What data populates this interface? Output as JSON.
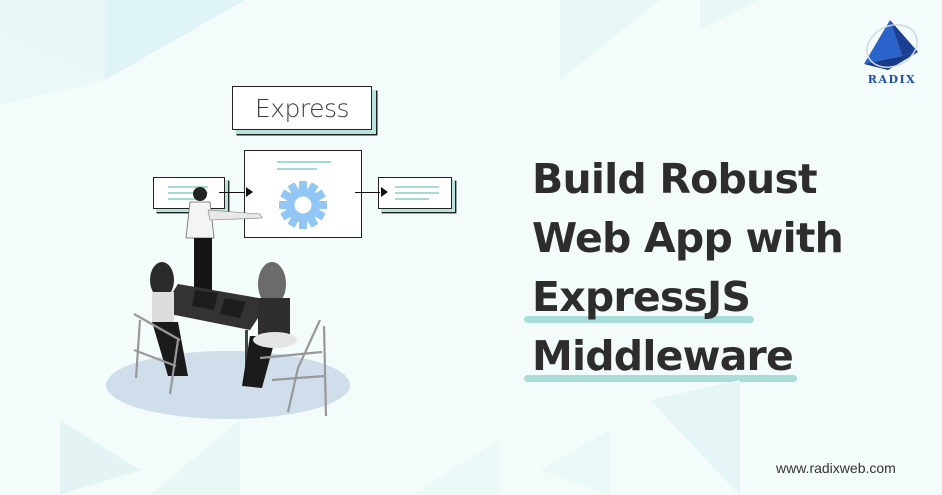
{
  "brand": {
    "logo_text": "RADIX",
    "logo_icon": "pyramid-logo-icon",
    "website": "www.radixweb.com",
    "colors": {
      "background": "#f3fbfb",
      "logo_blue": "#1f4fa8",
      "accent_teal": "#a9ddd8",
      "gear_blue": "#91c6f5",
      "text_dark": "#2d2d2d"
    }
  },
  "illustration": {
    "express_label": "Express",
    "gear_icon": "gear-icon",
    "people_icon": "team-meeting-illustration"
  },
  "headline": {
    "lines": [
      "Build Robust",
      "Web App with",
      "ExpressJS",
      "Middleware"
    ],
    "highlighted_lines": [
      "ExpressJS",
      "Middleware"
    ]
  }
}
